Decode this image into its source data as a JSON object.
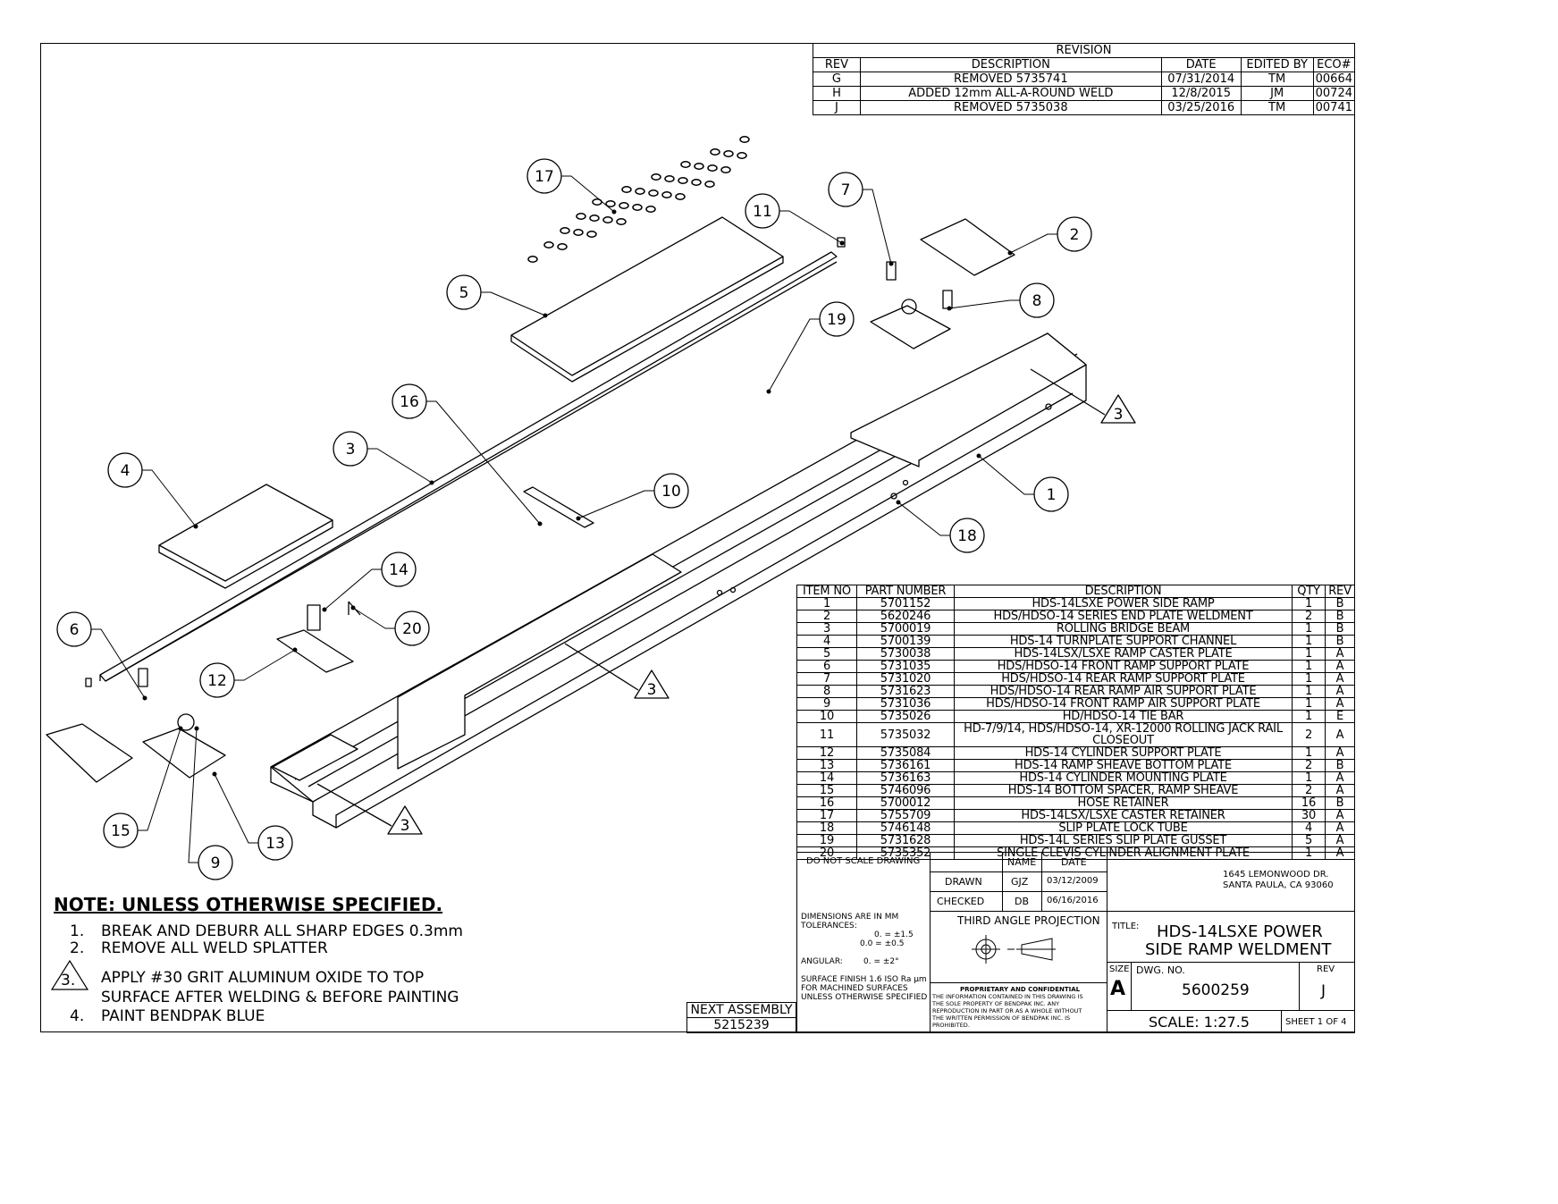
{
  "revision": {
    "title": "REVISION",
    "headers": [
      "REV",
      "DESCRIPTION",
      "DATE",
      "EDITED BY",
      "ECO#"
    ],
    "rows": [
      [
        "G",
        "REMOVED 5735741",
        "07/31/2014",
        "TM",
        "00664"
      ],
      [
        "H",
        "ADDED 12mm ALL-A-ROUND WELD",
        "12/8/2015",
        "JM",
        "00724"
      ],
      [
        "J",
        "REMOVED 5735038",
        "03/25/2016",
        "TM",
        "00741"
      ]
    ]
  },
  "bom": {
    "headers": [
      "ITEM NO",
      "PART NUMBER",
      "DESCRIPTION",
      "QTY",
      "REV"
    ],
    "rows": [
      [
        "1",
        "5701152",
        "HDS-14LSXE POWER SIDE RAMP",
        "1",
        "B"
      ],
      [
        "2",
        "5620246",
        "HDS/HDSO-14 SERIES END PLATE WELDMENT",
        "2",
        "B"
      ],
      [
        "3",
        "5700019",
        "ROLLING BRIDGE BEAM",
        "1",
        "B"
      ],
      [
        "4",
        "5700139",
        "HDS-14 TURNPLATE SUPPORT CHANNEL",
        "1",
        "B"
      ],
      [
        "5",
        "5730038",
        "HDS-14LSX/LSXE RAMP CASTER PLATE",
        "1",
        "A"
      ],
      [
        "6",
        "5731035",
        "HDS/HDSO-14 FRONT RAMP SUPPORT PLATE",
        "1",
        "A"
      ],
      [
        "7",
        "5731020",
        "HDS/HDSO-14 REAR RAMP SUPPORT PLATE",
        "1",
        "A"
      ],
      [
        "8",
        "5731623",
        "HDS/HDSO-14 REAR RAMP AIR SUPPORT PLATE",
        "1",
        "A"
      ],
      [
        "9",
        "5731036",
        "HDS/HDSO-14 FRONT RAMP AIR SUPPORT PLATE",
        "1",
        "A"
      ],
      [
        "10",
        "5735026",
        "HD/HDSO-14 TIE BAR",
        "1",
        "E"
      ],
      [
        "11",
        "5735032",
        "HD-7/9/14, HDS/HDSO-14, XR-12000 ROLLING JACK RAIL CLOSEOUT",
        "2",
        "A"
      ],
      [
        "12",
        "5735084",
        "HDS-14 CYLINDER SUPPORT PLATE",
        "1",
        "A"
      ],
      [
        "13",
        "5736161",
        "HDS-14 RAMP SHEAVE BOTTOM PLATE",
        "2",
        "B"
      ],
      [
        "14",
        "5736163",
        "HDS-14 CYLINDER MOUNTING PLATE",
        "1",
        "A"
      ],
      [
        "15",
        "5746096",
        "HDS-14 BOTTOM SPACER, RAMP SHEAVE",
        "2",
        "A"
      ],
      [
        "16",
        "5700012",
        "HOSE RETAINER",
        "16",
        "B"
      ],
      [
        "17",
        "5755709",
        "HDS-14LSX/LSXE CASTER RETAINER",
        "30",
        "A"
      ],
      [
        "18",
        "5746148",
        "SLIP PLATE LOCK TUBE",
        "4",
        "A"
      ],
      [
        "19",
        "5731628",
        "HDS-14L SERIES SLIP PLATE GUSSET",
        "5",
        "A"
      ],
      [
        "20",
        "5735352",
        "SINGLE CLEVIS CYLINDER ALIGNMENT PLATE",
        "1",
        "A"
      ]
    ]
  },
  "callouts": [
    {
      "n": "17"
    },
    {
      "n": "11"
    },
    {
      "n": "7"
    },
    {
      "n": "2"
    },
    {
      "n": "5"
    },
    {
      "n": "8"
    },
    {
      "n": "19"
    },
    {
      "n": "16"
    },
    {
      "n": "3"
    },
    {
      "n": "4"
    },
    {
      "n": "10"
    },
    {
      "n": "1"
    },
    {
      "n": "18"
    },
    {
      "n": "14"
    },
    {
      "n": "20"
    },
    {
      "n": "6"
    },
    {
      "n": "12"
    },
    {
      "n": "15"
    },
    {
      "n": "13"
    },
    {
      "n": "9"
    }
  ],
  "weld_flags": [
    {
      "n": "3"
    },
    {
      "n": "3"
    },
    {
      "n": "3"
    }
  ],
  "notes": {
    "title": "NOTE: UNLESS OTHERWISE SPECIFIED.",
    "items": [
      {
        "num": "1.",
        "text": "BREAK AND DEBURR ALL SHARP EDGES 0.3mm"
      },
      {
        "num": "2.",
        "text": "REMOVE ALL WELD SPLATTER"
      },
      {
        "num": "3.",
        "text": "APPLY #30 GRIT ALUMINUM OXIDE TO TOP",
        "text2": "SURFACE AFTER WELDING & BEFORE PAINTING"
      },
      {
        "num": "4.",
        "text": "PAINT BENDPAK BLUE"
      }
    ]
  },
  "next_assembly": {
    "label": "NEXT ASSEMBLY",
    "value": "5215239"
  },
  "title_block": {
    "do_not_scale": "DO NOT SCALE DRAWING",
    "name_hdr": "NAME",
    "date_hdr": "DATE",
    "drawn_label": "DRAWN",
    "drawn_name": "GJZ",
    "drawn_date": "03/12/2009",
    "checked_label": "CHECKED",
    "checked_name": "DB",
    "checked_date": "06/16/2016",
    "address1": "1645 LEMONWOOD DR.",
    "address2": "SANTA PAULA, CA 93060",
    "dims1": "DIMENSIONS ARE IN MM",
    "dims2": "TOLERANCES:",
    "tol1": "0. = ±1.5",
    "tol2": "0.0 = ±0.5",
    "angular_label": "ANGULAR:",
    "angular_value": "0. = ±2°",
    "finish1": "SURFACE FINISH 1.6 ISO Ra μm",
    "finish2": "FOR MACHINED SURFACES",
    "finish3": "UNLESS OTHERWISE SPECIFIED",
    "projection": "THIRD ANGLE PROJECTION",
    "prop_title": "PROPRIETARY AND CONFIDENTIAL",
    "prop1": "THE INFORMATION CONTAINED IN THIS DRAWING IS",
    "prop2": "THE SOLE PROPERTY OF BENDPAK INC. ANY",
    "prop3": "REPRODUCTION IN PART OR AS A WHOLE WITHOUT",
    "prop4": "THE WRITTEN PERMISSION OF BENDPAK INC. IS",
    "prop5": "PROHIBITED.",
    "title_label": "TITLE:",
    "title1": "HDS-14LSXE POWER",
    "title2": "SIDE RAMP WELDMENT",
    "size_label": "SIZE",
    "size_value": "A",
    "dwg_label": "DWG. NO.",
    "dwg_value": "5600259",
    "rev_label": "REV",
    "rev_value": "J",
    "scale": "SCALE: 1:27.5",
    "sheet": "SHEET 1 OF 4"
  }
}
